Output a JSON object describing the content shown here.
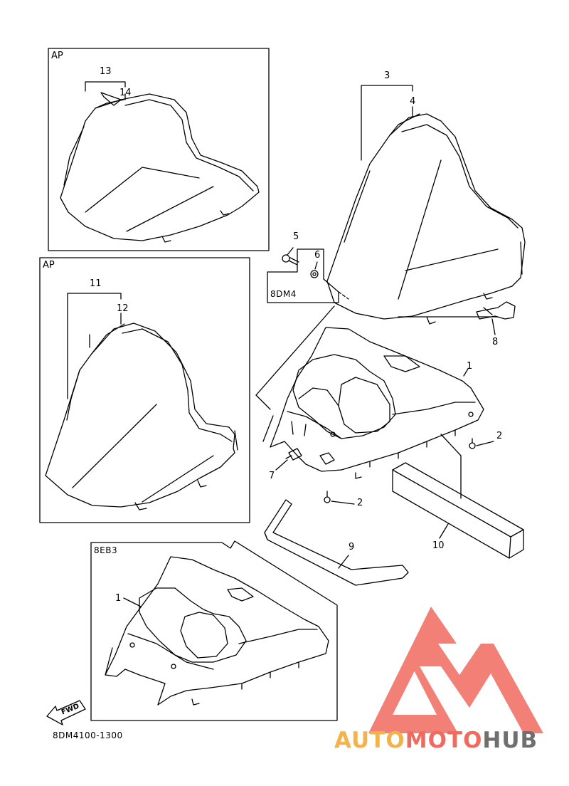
{
  "frames": {
    "frame_ap_top": "AP",
    "frame_ap_mid": "AP",
    "frame_8dm4": "8DM4",
    "frame_8eb3": "8EB3"
  },
  "callouts": {
    "c1a": "1",
    "c1b": "1",
    "c2a": "2",
    "c2b": "2",
    "c3": "3",
    "c4": "4",
    "c5": "5",
    "c6": "6",
    "c7": "7",
    "c8": "8",
    "c9": "9",
    "c10": "10",
    "c11": "11",
    "c12": "12",
    "c13": "13",
    "c14": "14"
  },
  "fwd": "FWD",
  "part_code": "8DM4100-1300",
  "watermark": {
    "text_part1": "AUTO",
    "text_part2": "MOTO",
    "text_part3": "HUB",
    "colors": {
      "orange": "#f3b24a",
      "red": "#f06a5e",
      "gray": "#6f6f6f"
    }
  }
}
